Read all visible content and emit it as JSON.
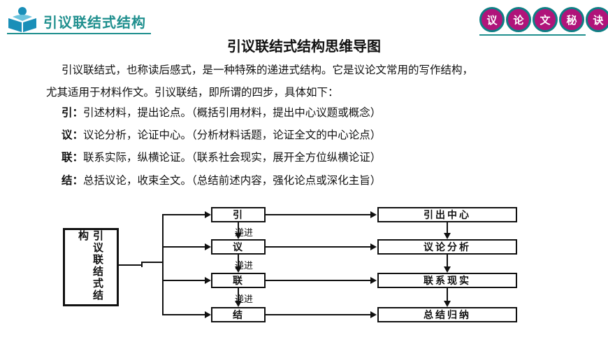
{
  "header": {
    "title": "引议联结式结构",
    "badges": [
      "议",
      "论",
      "文",
      "秘",
      "诀"
    ]
  },
  "main_title": "引议联结式结构思维导图",
  "intro": {
    "line1": "引议联结式，也称读后感式，是一种特殊的递进式结构。它是议论文常用的写作结构，",
    "line2": "尤其适用于材料作文。引议联结，即所谓的四步，具体如下："
  },
  "steps": [
    {
      "key": "引：",
      "text": "引述材料，提出论点。（概括引用材料，提出中心议题或概念）"
    },
    {
      "key": "议：",
      "text": "议论分析，论证中心。（分析材料话题，论证全文的中心论点）"
    },
    {
      "key": "联：",
      "text": "联系实际，纵横论证。（联系社会现实，展开全方位纵横论证）"
    },
    {
      "key": "结：",
      "text": "总括议论，收束全文。（总结前述内容，强化论点或深化主旨）"
    }
  ],
  "diagram": {
    "root": "引议联结式结构",
    "middle": [
      "引",
      "议",
      "联",
      "结"
    ],
    "connector_label": "递进",
    "right": [
      "引出中心",
      "议论分析",
      "联系现实",
      "总结归纳"
    ]
  },
  "colors": {
    "accent": "#1f8f8e",
    "badge": "#b0147a"
  }
}
